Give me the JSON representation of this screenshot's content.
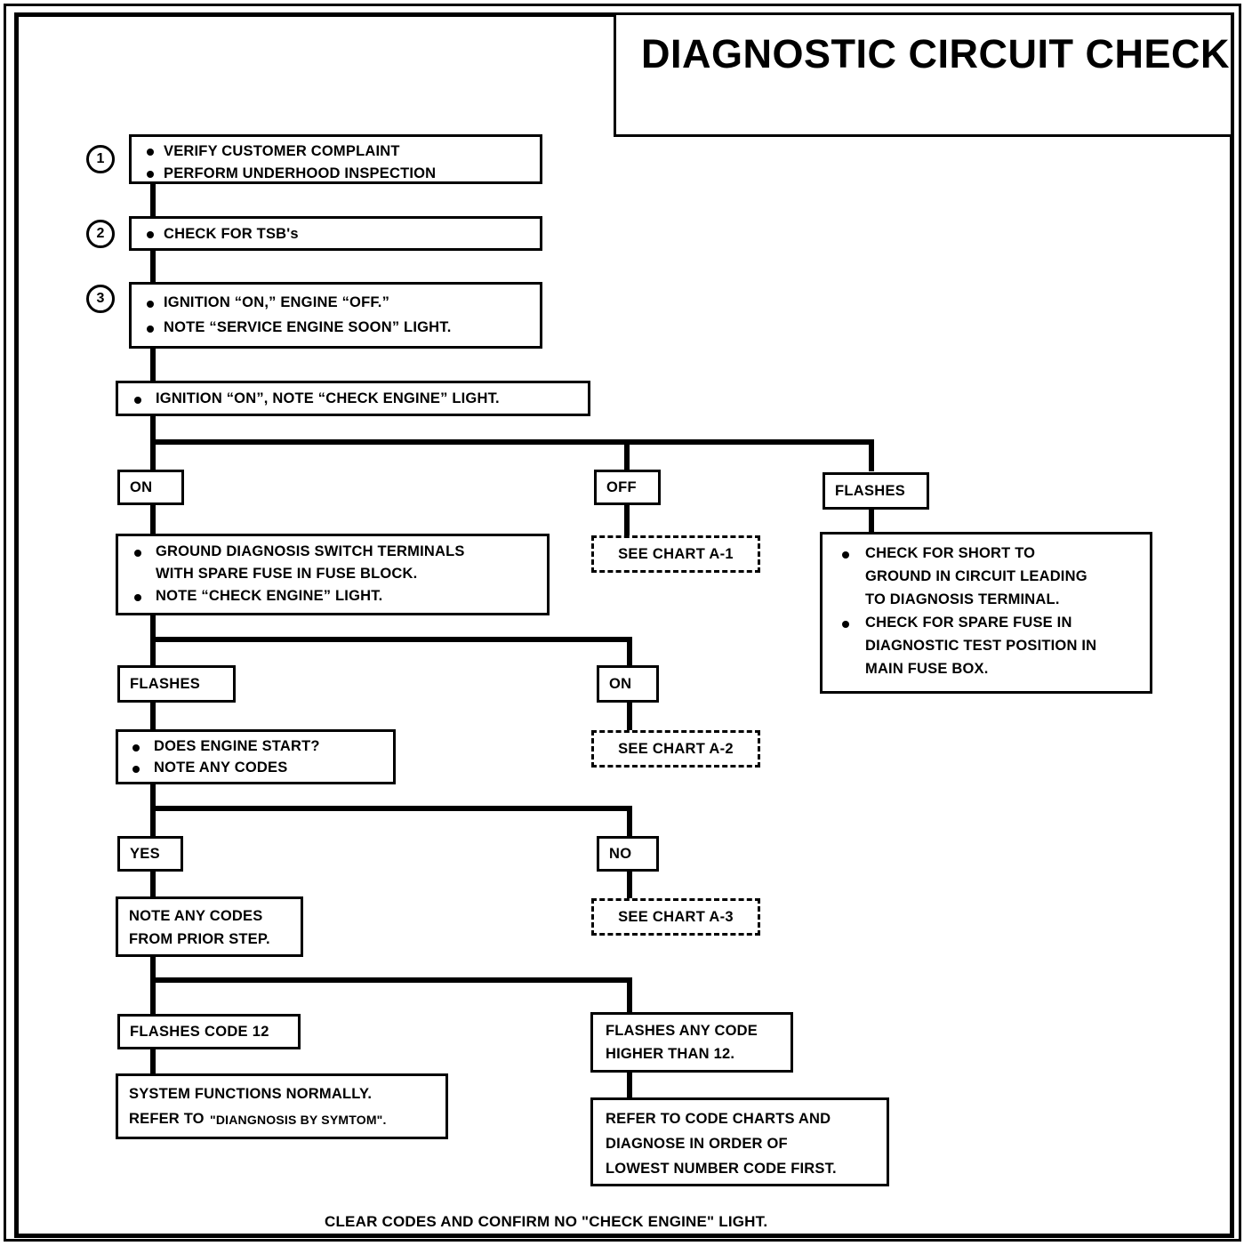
{
  "document": {
    "title": "DIAGNOSTIC CIRCUIT CHECK",
    "footer_note": "CLEAR CODES AND CONFIRM NO \"CHECK ENGINE\" LIGHT."
  },
  "colors": {
    "ink": "#000000",
    "paper": "#ffffff"
  },
  "steps": {
    "one": "1",
    "two": "2",
    "three": "3"
  },
  "nodes": {
    "step1": {
      "lines": [
        "VERIFY CUSTOMER COMPLAINT",
        "PERFORM UNDERHOOD INSPECTION"
      ]
    },
    "step2": {
      "lines": [
        "CHECK FOR TSB's"
      ]
    },
    "step3": {
      "lines": [
        "IGNITION “ON,” ENGINE  “OFF.”",
        "NOTE “SERVICE ENGINE SOON” LIGHT."
      ]
    },
    "ignition_on_note": {
      "lines": [
        "IGNITION “ON”,  NOTE “CHECK ENGINE” LIGHT."
      ]
    },
    "ground_diagnosis": {
      "lines": [
        "GROUND DIAGNOSIS SWITCH TERMINALS",
        "WITH SPARE FUSE IN FUSE BLOCK.",
        "NOTE “CHECK ENGINE” LIGHT."
      ]
    },
    "check_short": {
      "lines": [
        "CHECK FOR SHORT TO",
        "GROUND IN CIRCUIT LEADING",
        "TO DIAGNOSIS TERMINAL.",
        "CHECK FOR SPARE FUSE IN",
        "DIAGNOSTIC TEST POSITION IN",
        "MAIN FUSE BOX."
      ]
    },
    "engine_start": {
      "lines": [
        "DOES ENGINE START?",
        "NOTE ANY CODES"
      ]
    },
    "note_codes_prior": {
      "lines": [
        "NOTE ANY CODES",
        "FROM PRIOR STEP."
      ]
    },
    "system_normal": {
      "lines": [
        "SYSTEM FUNCTIONS NORMALLY.",
        "REFER TO",
        "\"DIANGNOSIS BY SYMTOM\"."
      ]
    },
    "refer_code_charts": {
      "lines": [
        "REFER TO CODE CHARTS AND",
        "DIAGNOSE IN ORDER OF",
        "LOWEST NUMBER CODE FIRST."
      ]
    },
    "flashes_code_12": {
      "lines": [
        "FLASHES CODE 12"
      ]
    },
    "flashes_higher": {
      "lines": [
        "FLASHES ANY CODE",
        "HIGHER THAN 12."
      ]
    }
  },
  "branch_labels": {
    "lamp_on": "ON",
    "lamp_off": "OFF",
    "lamp_flashes": "FLASHES",
    "ground_flashes": "FLASHES",
    "ground_on": "ON",
    "start_yes": "YES",
    "start_no": "NO"
  },
  "chart_refs": {
    "a1": "SEE CHART A-1",
    "a2": "SEE CHART A-2",
    "a3": "SEE CHART A-3"
  }
}
